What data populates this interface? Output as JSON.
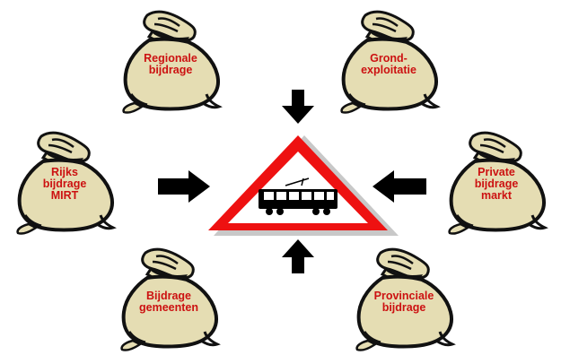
{
  "bags": [
    {
      "id": "regionale",
      "label": "Regionale\nbijdrage"
    },
    {
      "id": "grond",
      "label": "Grond-\nexploitatie"
    },
    {
      "id": "rijks",
      "label": "Rijks\nbijdrage\nMIRT"
    },
    {
      "id": "private",
      "label": "Private\nbijdrage\nmarkt"
    },
    {
      "id": "gemeenten",
      "label": "Bijdrage\ngemeenten"
    },
    {
      "id": "provinciale",
      "label": "Provinciale\nbijdrage"
    }
  ],
  "colors": {
    "bag_fill": "#e5ddb3",
    "bag_outline": "#111111",
    "label": "#cc1111",
    "sign_border": "#ee1111",
    "arrow": "#000000"
  },
  "icons": {
    "center": "tram-warning-sign-icon",
    "arrow": "arrow-icon"
  }
}
